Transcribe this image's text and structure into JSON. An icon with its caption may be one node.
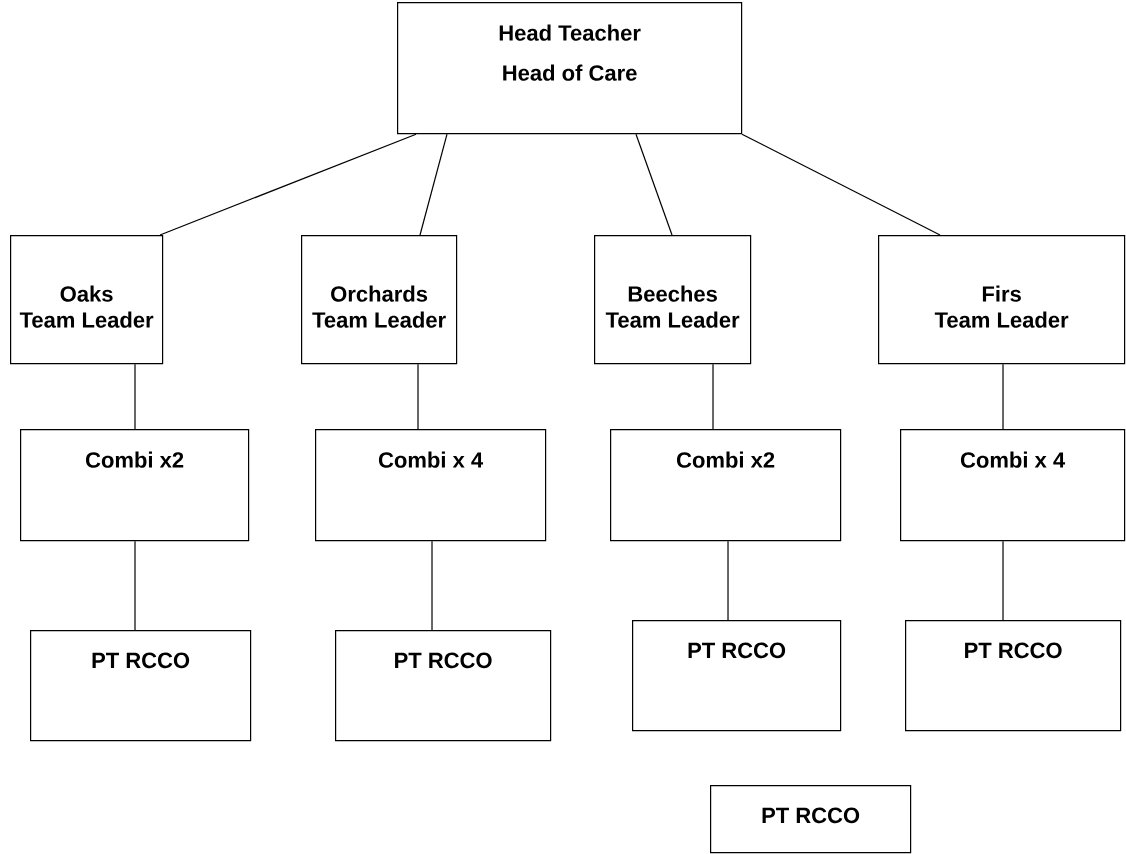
{
  "diagram": {
    "nodes": [
      {
        "text": [
          "Head Teacher",
          "Head of Care"
        ]
      },
      {
        "text": [
          "Oaks",
          "Team Leader"
        ]
      },
      {
        "text": [
          "Orchards",
          "Team Leader"
        ]
      },
      {
        "text": [
          "Beeches",
          "Team Leader"
        ]
      },
      {
        "text": [
          "Firs",
          "Team Leader"
        ]
      },
      {
        "text": [
          "Combi x2"
        ]
      },
      {
        "text": [
          "Combi x 4"
        ]
      },
      {
        "text": [
          "Combi x2"
        ]
      },
      {
        "text": [
          "Combi x 4"
        ]
      },
      {
        "text": [
          "PT RCCO"
        ]
      },
      {
        "text": [
          "PT RCCO"
        ]
      },
      {
        "text": [
          "PT RCCO"
        ]
      },
      {
        "text": [
          "PT RCCO"
        ]
      },
      {
        "text": [
          "PT RCCO"
        ]
      }
    ],
    "edges": [
      {
        "from": 0,
        "to": 1,
        "arrow": "none"
      },
      {
        "from": 0,
        "to": 2,
        "arrow": "none"
      },
      {
        "from": 0,
        "to": 3,
        "arrow": "none"
      },
      {
        "from": 0,
        "to": 4,
        "arrow": "none"
      },
      {
        "from": 1,
        "to": 5,
        "arrow": "none"
      },
      {
        "from": 2,
        "to": 6,
        "arrow": "none"
      },
      {
        "from": 3,
        "to": 7,
        "arrow": "none"
      },
      {
        "from": 4,
        "to": 8,
        "arrow": "none"
      },
      {
        "from": 5,
        "to": 9,
        "arrow": "none"
      },
      {
        "from": 6,
        "to": 10,
        "arrow": "none"
      },
      {
        "from": 7,
        "to": 11,
        "arrow": "none"
      },
      {
        "from": 8,
        "to": 12,
        "arrow": "none"
      }
    ]
  }
}
